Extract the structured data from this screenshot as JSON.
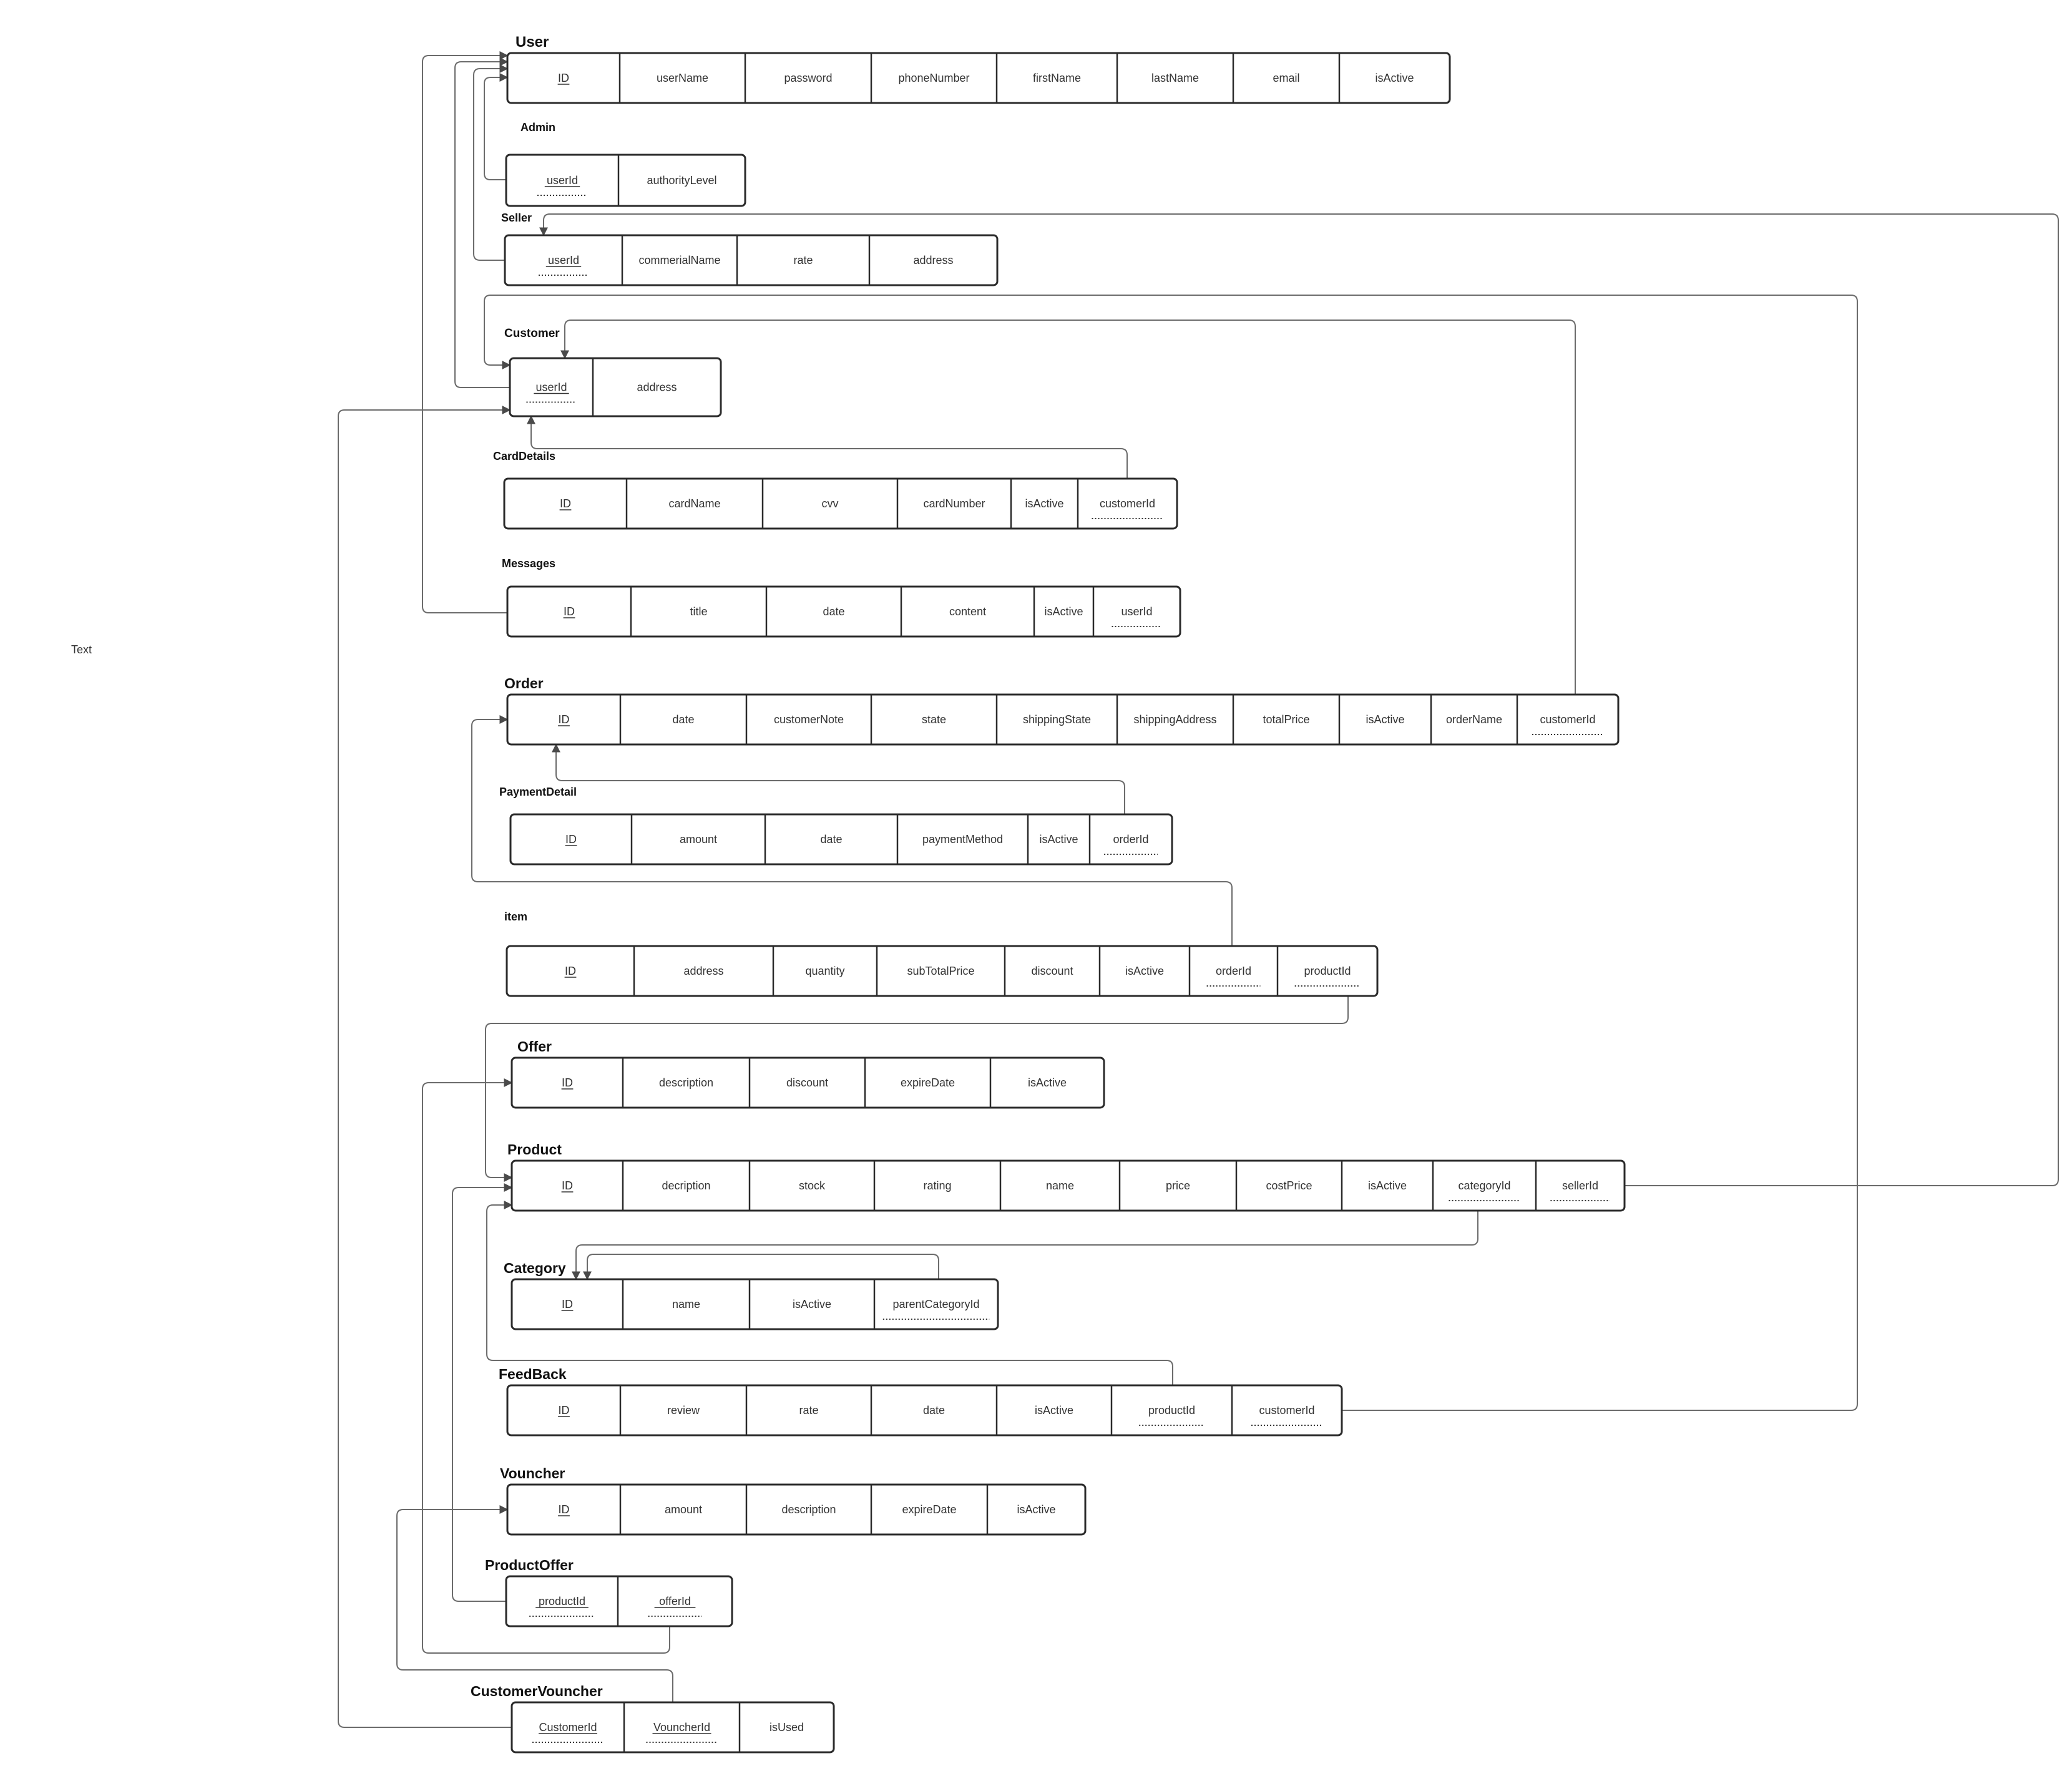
{
  "canvas": {
    "background": "#ffffff",
    "line_color": "#6b6b6b",
    "box_color": "#2a2a2a"
  },
  "free_text": "Text",
  "tables": [
    {
      "name": "User",
      "fields": [
        {
          "label": "ID",
          "u": "solid"
        },
        {
          "label": "userName"
        },
        {
          "label": "password"
        },
        {
          "label": "phoneNumber"
        },
        {
          "label": "firstName"
        },
        {
          "label": "lastName"
        },
        {
          "label": "email"
        },
        {
          "label": "isActive"
        }
      ]
    },
    {
      "name": "Admin",
      "fields": [
        {
          "label": "userId",
          "u": "both"
        },
        {
          "label": "authorityLevel"
        }
      ]
    },
    {
      "name": "Seller",
      "fields": [
        {
          "label": "userId",
          "u": "both"
        },
        {
          "label": "commerialName"
        },
        {
          "label": "rate"
        },
        {
          "label": "address"
        }
      ]
    },
    {
      "name": "Customer",
      "fields": [
        {
          "label": "userId",
          "u": "both"
        },
        {
          "label": "address"
        }
      ]
    },
    {
      "name": "CardDetails",
      "fields": [
        {
          "label": "ID",
          "u": "solid"
        },
        {
          "label": "cardName"
        },
        {
          "label": "cvv"
        },
        {
          "label": "cardNumber"
        },
        {
          "label": "isActive"
        },
        {
          "label": "customerId",
          "u": "dotted"
        }
      ]
    },
    {
      "name": "Messages",
      "fields": [
        {
          "label": "ID",
          "u": "solid"
        },
        {
          "label": "title"
        },
        {
          "label": "date"
        },
        {
          "label": "content"
        },
        {
          "label": "isActive"
        },
        {
          "label": "userId",
          "u": "dotted"
        }
      ]
    },
    {
      "name": "Order",
      "fields": [
        {
          "label": "ID",
          "u": "solid"
        },
        {
          "label": "date"
        },
        {
          "label": "customerNote"
        },
        {
          "label": "state"
        },
        {
          "label": "shippingState"
        },
        {
          "label": "shippingAddress"
        },
        {
          "label": "totalPrice"
        },
        {
          "label": "isActive"
        },
        {
          "label": "orderName"
        },
        {
          "label": "customerId",
          "u": "dotted"
        }
      ]
    },
    {
      "name": "PaymentDetail",
      "fields": [
        {
          "label": "ID",
          "u": "solid"
        },
        {
          "label": "amount"
        },
        {
          "label": "date"
        },
        {
          "label": "paymentMethod"
        },
        {
          "label": "isActive"
        },
        {
          "label": "orderId",
          "u": "dotted"
        }
      ]
    },
    {
      "name": "item",
      "fields": [
        {
          "label": "ID",
          "u": "solid"
        },
        {
          "label": "address"
        },
        {
          "label": "quantity"
        },
        {
          "label": "subTotalPrice"
        },
        {
          "label": "discount"
        },
        {
          "label": "isActive"
        },
        {
          "label": "orderId",
          "u": "dotted"
        },
        {
          "label": "productId",
          "u": "dotted"
        }
      ]
    },
    {
      "name": "Offer",
      "fields": [
        {
          "label": "ID",
          "u": "solid"
        },
        {
          "label": "description"
        },
        {
          "label": "discount"
        },
        {
          "label": "expireDate"
        },
        {
          "label": "isActive"
        }
      ]
    },
    {
      "name": "Product",
      "fields": [
        {
          "label": "ID",
          "u": "solid"
        },
        {
          "label": "decription"
        },
        {
          "label": "stock"
        },
        {
          "label": "rating"
        },
        {
          "label": "name"
        },
        {
          "label": "price"
        },
        {
          "label": "costPrice"
        },
        {
          "label": "isActive"
        },
        {
          "label": "categoryId",
          "u": "dotted"
        },
        {
          "label": "sellerId",
          "u": "dotted"
        }
      ]
    },
    {
      "name": "Category",
      "fields": [
        {
          "label": "ID",
          "u": "solid"
        },
        {
          "label": "name"
        },
        {
          "label": "isActive"
        },
        {
          "label": "parentCategoryId",
          "u": "dotted"
        }
      ]
    },
    {
      "name": "FeedBack",
      "fields": [
        {
          "label": "ID",
          "u": "solid"
        },
        {
          "label": "review"
        },
        {
          "label": "rate"
        },
        {
          "label": "date"
        },
        {
          "label": "isActive"
        },
        {
          "label": "productId",
          "u": "dotted"
        },
        {
          "label": "customerId",
          "u": "dotted"
        }
      ]
    },
    {
      "name": "Vouncher",
      "fields": [
        {
          "label": "ID",
          "u": "solid"
        },
        {
          "label": "amount"
        },
        {
          "label": "description"
        },
        {
          "label": "expireDate"
        },
        {
          "label": "isActive"
        }
      ]
    },
    {
      "name": "ProductOffer",
      "fields": [
        {
          "label": "productId",
          "u": "both"
        },
        {
          "label": "offerId",
          "u": "both"
        }
      ]
    },
    {
      "name": "CustomerVouncher",
      "fields": [
        {
          "label": "CustomerId",
          "u": "both"
        },
        {
          "label": "VouncherId",
          "u": "both"
        },
        {
          "label": "isUsed"
        }
      ]
    }
  ]
}
